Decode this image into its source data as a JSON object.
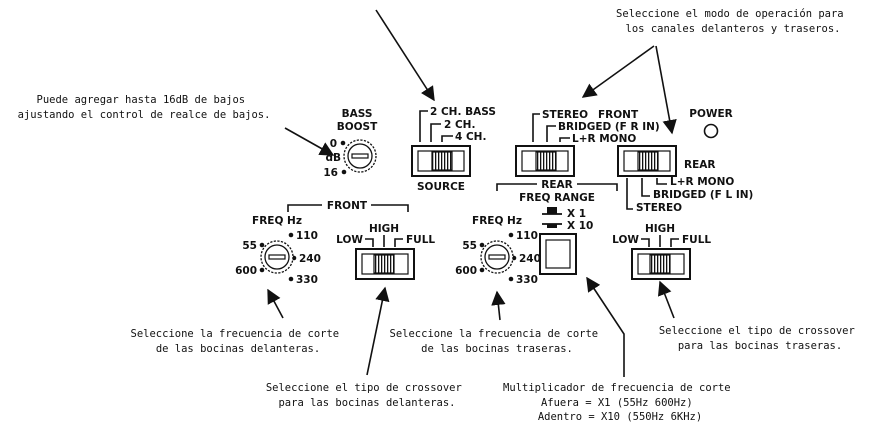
{
  "annotations": {
    "bass_boost_note": [
      "Puede agregar hasta 16dB de bajos",
      "ajustando el control de realce de bajos."
    ],
    "mode_note": [
      "Seleccione el modo de operación para",
      "los canales delanteros y traseros."
    ],
    "front_freq_note": [
      "Seleccione la frecuencia de corte",
      "de las bocinas delanteras."
    ],
    "rear_freq_note": [
      "Seleccione la frecuencia de corte",
      "de las bocinas traseras."
    ],
    "rear_crossover_note": [
      "Seleccione el tipo de crossover",
      "para las bocinas traseras."
    ],
    "front_crossover_note": [
      "Seleccione el tipo de crossover",
      "para las bocinas delanteras."
    ],
    "multiplier_note": [
      "Multiplicador de frecuencia de corte",
      "Afuera = X1 (55Hz  600Hz)",
      "Adentro = X10 (550Hz  6KHz)"
    ]
  },
  "panel": {
    "bass_boost": {
      "title1": "BASS",
      "title2": "BOOST",
      "val_0": "0",
      "unit": "dB",
      "val_16": "16"
    },
    "source": {
      "opt_2ch_bass": "2 CH. BASS",
      "opt_2ch": "2 CH.",
      "opt_4ch": "4 CH.",
      "label": "SOURCE"
    },
    "front_mode": {
      "title": "FRONT",
      "opt_stereo": "STEREO",
      "opt_bridged": "BRIDGED (F R IN)",
      "opt_mono": "L+R MONO"
    },
    "power": {
      "label": "POWER"
    },
    "rear_mode": {
      "title": "REAR",
      "opt_mono": "L+R MONO",
      "opt_bridged": "BRIDGED (F L IN)",
      "opt_stereo": "STEREO"
    },
    "front_section": {
      "title": "FRONT",
      "freq_label": "FREQ Hz",
      "f110": "110",
      "f55": "55",
      "f240": "240",
      "f600": "600",
      "f330": "330",
      "xover_high": "HIGH",
      "xover_low": "LOW",
      "xover_full": "FULL"
    },
    "rear_section": {
      "title": "REAR",
      "freq_label": "FREQ Hz",
      "f110": "110",
      "f55": "55",
      "f240": "240",
      "f600": "600",
      "f330": "330",
      "range_title": "FREQ RANGE",
      "range_x1": "X 1",
      "range_x10": "X 10",
      "xover_high": "HIGH",
      "xover_low": "LOW",
      "xover_full": "FULL"
    }
  }
}
